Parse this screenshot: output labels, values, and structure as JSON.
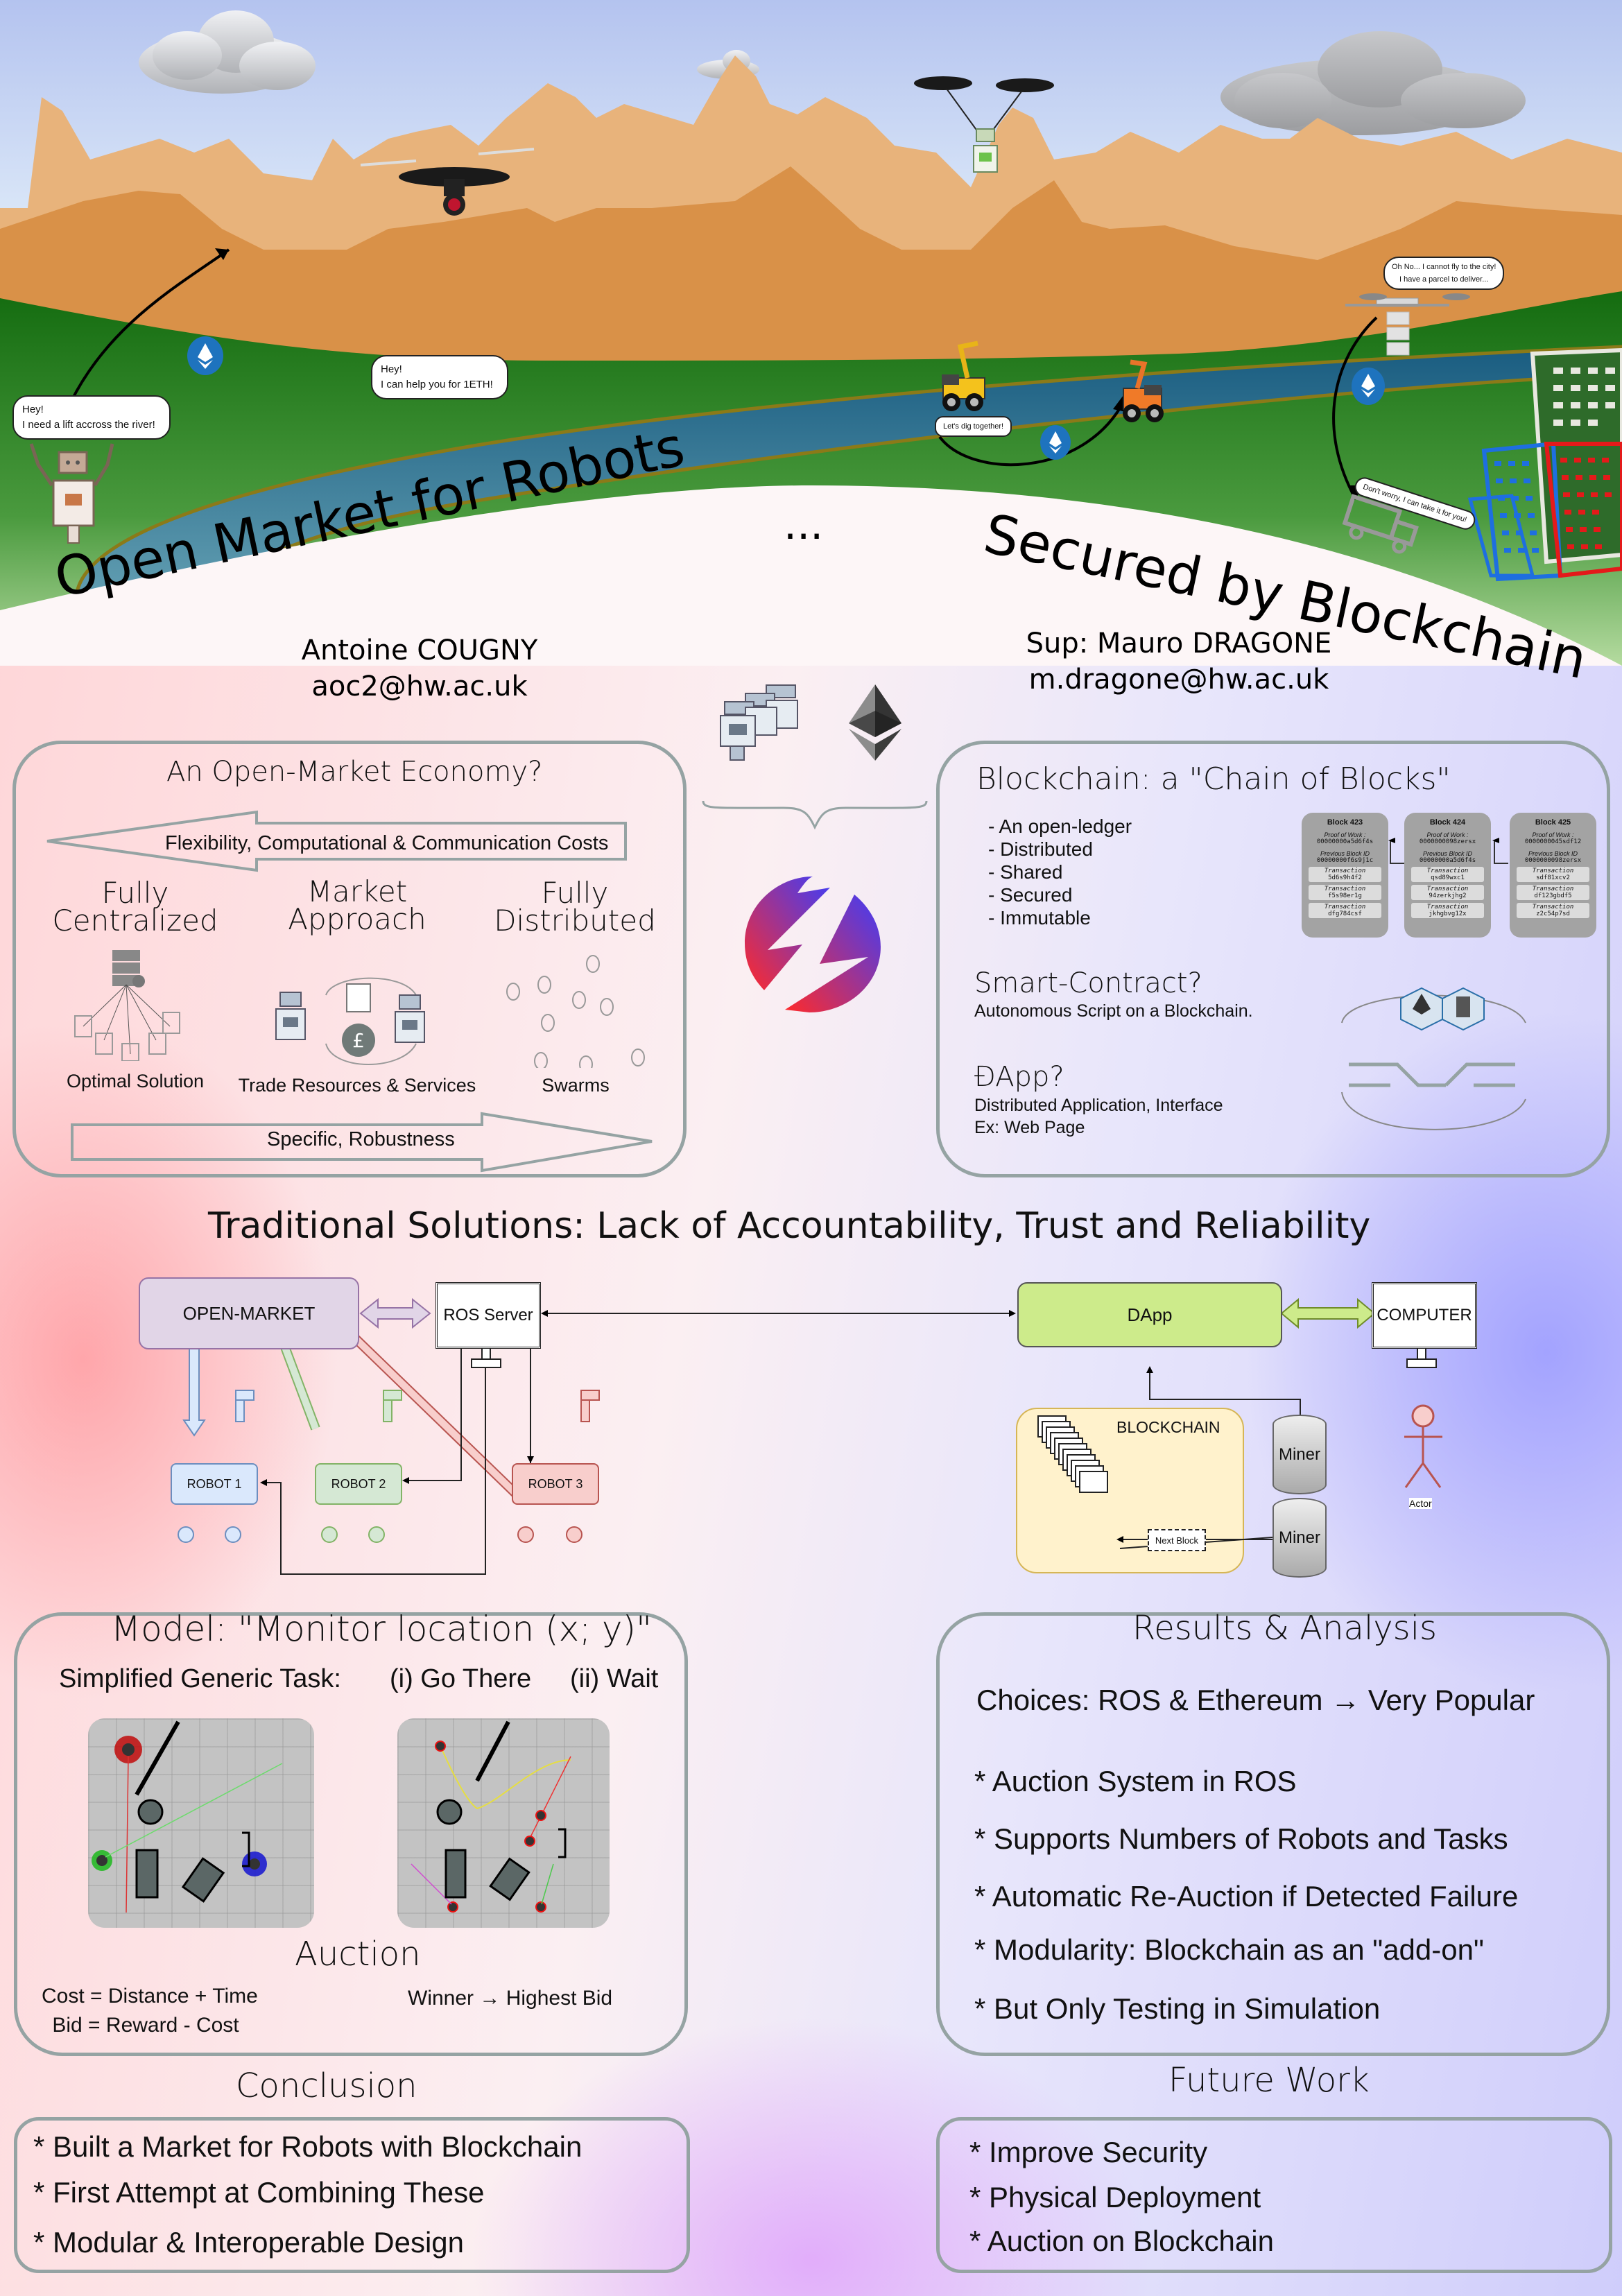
{
  "header": {
    "title_left": "Open Market for Robots",
    "title_ellipsis": "...",
    "title_right": "Secured by Blockchain",
    "author_name": "Antoine COUGNY",
    "author_email": "aoc2@hw.ac.uk",
    "supervisor_name": "Sup: Mauro DRAGONE",
    "supervisor_email": "m.dragone@hw.ac.uk"
  },
  "scene": {
    "bubbles": {
      "robot": [
        "Hey!",
        "I need a lift accross the river!"
      ],
      "drone": [
        "Hey!",
        "I can help you for 1ETH!"
      ],
      "excavator": "Let's dig together!",
      "delivery_drone": [
        "Oh No... I cannot fly to the city!",
        "I have a parcel to deliver..."
      ],
      "truck": "Don't worry, I can take it for you!"
    },
    "icons": [
      "cloud-icon",
      "mountain-icon",
      "drone-icon",
      "robot-icon",
      "ethereum-coin-icon",
      "excavator-icon",
      "truck-icon",
      "building-icon",
      "river-icon"
    ]
  },
  "open_market": {
    "title": "An Open-Market Economy?",
    "top_arrow": "Flexibility, Computational & Communication  Costs",
    "bottom_arrow": "Specific, Robustness",
    "columns": [
      {
        "heading_1": "Fully",
        "heading_2": "Centralized",
        "caption": "Optimal Solution"
      },
      {
        "heading_1": "Market",
        "heading_2": "Approach",
        "caption": "Trade Resources & Services"
      },
      {
        "heading_1": "Fully",
        "heading_2": "Distributed",
        "caption": "Swarms"
      }
    ]
  },
  "blockchain": {
    "title": "Blockchain: a \"Chain of Blocks\"",
    "properties": [
      "- An open-ledger",
      "- Distributed",
      "- Shared",
      "- Secured",
      "- Immutable"
    ],
    "blocks": [
      {
        "name": "Block 423",
        "pow_label": "Proof of Work :",
        "pow": "00000000a5d6f4s",
        "prev_label": "Previous Block ID",
        "prev": "00000000f6s9j1c",
        "tx_label": "Transaction",
        "tx": [
          "5d6s9h4f2",
          "f5s98er1g",
          "dfg784csf"
        ]
      },
      {
        "name": "Block 424",
        "pow_label": "Proof of Work :",
        "pow": "0000000098zersx",
        "prev_label": "Previous Block ID",
        "prev": "00000000a5d6f4s",
        "tx_label": "Transaction",
        "tx": [
          "qsd89wxc1",
          "94zerkjhg2",
          "jkhgbvg12x"
        ]
      },
      {
        "name": "Block 425",
        "pow_label": "Proof of Work :",
        "pow": "0000000045sdf12",
        "prev_label": "Previous Block ID",
        "prev": "0000000098zersx",
        "tx_label": "Transaction",
        "tx": [
          "sdf81xcv2",
          "df123gbdf5",
          "z2c54p7sd"
        ]
      }
    ],
    "smart_contract_title": "Smart-Contract?",
    "smart_contract_desc": "Autonomous Script on a Blockchain.",
    "dapp_title": "ĐApp?",
    "dapp_desc_1": "Distributed Application, Interface",
    "dapp_desc_2": "Ex: Web Page"
  },
  "traditional": {
    "title": "Traditional Solutions: Lack of Accountability, Trust and Reliability",
    "nodes": {
      "open_market": "OPEN-MARKET",
      "ros_server": "ROS Server",
      "robot1": "ROBOT 1",
      "robot2": "ROBOT 2",
      "robot3": "ROBOT 3",
      "dapp": "DApp",
      "computer": "COMPUTER",
      "blockchain": "BLOCKCHAIN",
      "next_block": "Next Block",
      "miner1": "Miner",
      "miner2": "Miner",
      "actor": "Actor"
    },
    "colors": {
      "open_market": "#e1d5e7",
      "robot1": "#dae8fc",
      "robot2": "#d5e8d4",
      "robot3": "#f8cecc",
      "dapp": "#cdeb8b",
      "blockchain": "#fff2cc"
    }
  },
  "model": {
    "title": "Model: \"Monitor location (x; y)\"",
    "task_label": "Simplified Generic Task:",
    "task_1": "(i) Go There",
    "task_2": "(ii) Wait",
    "auction_title": "Auction",
    "cost_formula": "Cost = Distance + Time",
    "bid_formula": "Bid = Reward - Cost",
    "winner_rule": "Winner → Highest Bid"
  },
  "results": {
    "title": "Results & Analysis",
    "choices": "Choices: ROS & Ethereum → Very Popular",
    "items": [
      "* Auction System in ROS",
      "* Supports Numbers of Robots and Tasks",
      "* Automatic Re-Auction if Detected Failure",
      "* Modularity: Blockchain as an \"add-on\"",
      "* But Only Testing in Simulation"
    ]
  },
  "conclusion": {
    "title": "Conclusion",
    "items": [
      "* Built a Market for Robots with Blockchain",
      "* First Attempt at Combining These",
      "* Modular & Interoperable Design"
    ]
  },
  "future_work": {
    "title": "Future Work",
    "items": [
      "* Improve Security",
      "* Physical Deployment",
      "* Auction on Blockchain"
    ]
  }
}
